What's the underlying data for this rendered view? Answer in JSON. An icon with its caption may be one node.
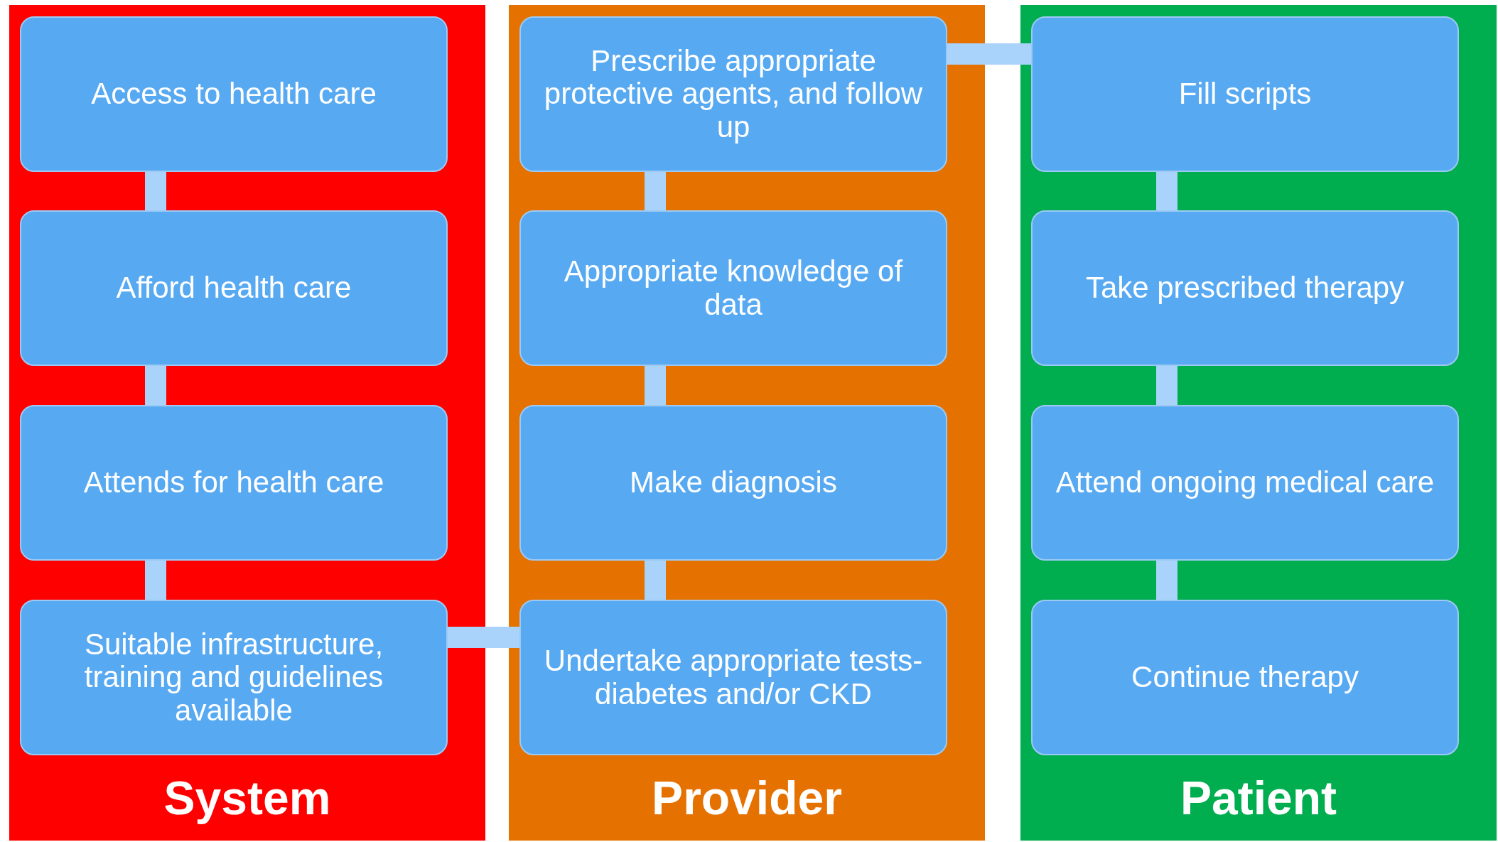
{
  "diagram": {
    "nodes": [
      {
        "text": [
          "System"
        ]
      },
      {
        "text": [
          "Access to health care"
        ],
        "in": 0
      },
      {
        "text": [
          "Afford health care"
        ],
        "in": 0
      },
      {
        "text": [
          "Attends for health care"
        ],
        "in": 0
      },
      {
        "text": [
          "Suitable infrastructure, training and guidelines available"
        ],
        "in": 0
      },
      {
        "text": [
          "Provider"
        ]
      },
      {
        "text": [
          "Prescribe appropriate protective agents, and follow up"
        ],
        "in": 5
      },
      {
        "text": [
          "Appropriate knowledge of data"
        ],
        "in": 5
      },
      {
        "text": [
          "Make diagnosis"
        ],
        "in": 5
      },
      {
        "text": [
          "Undertake appropriate tests- diabetes and/or CKD"
        ],
        "in": 5
      },
      {
        "text": [
          "Patient"
        ]
      },
      {
        "text": [
          "Fill scripts"
        ],
        "in": 10
      },
      {
        "text": [
          "Take prescribed therapy"
        ],
        "in": 10
      },
      {
        "text": [
          "Attend ongoing medical care"
        ],
        "in": 10
      },
      {
        "text": [
          "Continue therapy"
        ],
        "in": 10
      }
    ],
    "edges": [
      {
        "from": 1,
        "to": 2,
        "arrow": "none"
      },
      {
        "from": 2,
        "to": 3,
        "arrow": "none"
      },
      {
        "from": 3,
        "to": 4,
        "arrow": "none"
      },
      {
        "from": 4,
        "to": 9,
        "arrow": "none"
      },
      {
        "from": 9,
        "to": 8,
        "arrow": "none"
      },
      {
        "from": 8,
        "to": 7,
        "arrow": "none"
      },
      {
        "from": 7,
        "to": 6,
        "arrow": "none"
      },
      {
        "from": 6,
        "to": 11,
        "arrow": "none"
      },
      {
        "from": 11,
        "to": 12,
        "arrow": "none"
      },
      {
        "from": 12,
        "to": 13,
        "arrow": "none"
      },
      {
        "from": 13,
        "to": 14,
        "arrow": "none"
      }
    ]
  }
}
